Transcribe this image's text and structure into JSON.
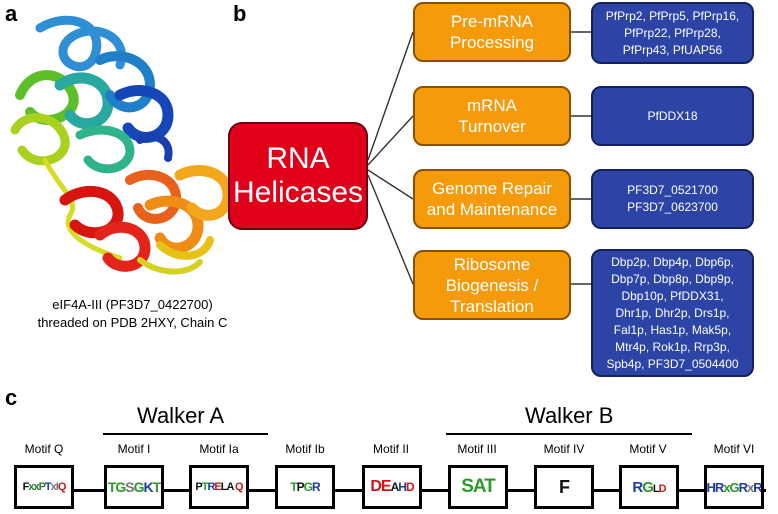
{
  "panels": {
    "a": "a",
    "b": "b",
    "c": "c"
  },
  "panel_a": {
    "caption_line1": "eIF4A-III (PF3D7_0422700)",
    "caption_line2": "threaded on PDB 2HXY, Chain C"
  },
  "panel_b": {
    "root": {
      "line1": "RNA",
      "line2": "Helicases",
      "color": "#e0001a"
    },
    "category_color": "#f49a0b",
    "gene_color": "#2c44a6",
    "categories": [
      {
        "lines": [
          "Pre-mRNA",
          "Processing"
        ],
        "genes": [
          "PfPrp2, PfPrp5, PfPrp16,",
          "PfPrp22, PfPrp28,",
          "PfPrp43, PfUAP56"
        ]
      },
      {
        "lines": [
          "mRNA",
          "Turnover"
        ],
        "genes": [
          "PfDDX18"
        ]
      },
      {
        "lines": [
          "Genome Repair",
          "and Maintenance"
        ],
        "genes": [
          "PF3D7_0521700",
          "PF3D7_0623700"
        ]
      },
      {
        "lines": [
          "Ribosome",
          "Biogenesis /",
          "Translation"
        ],
        "genes": [
          "Dbp2p, Dbp4p, Dbp6p,",
          "Dbp7p, Dbp8p, Dbp9p,",
          "Dbp10p, PfDDX31,",
          "Dhr1p, Dhr2p, Drs1p,",
          "Fal1p, Has1p, Mak5p,",
          "Mtr4p, Rok1p, Rrp3p,",
          "Spb4p, PF3D7_0504400"
        ]
      }
    ]
  },
  "panel_c": {
    "walker_a": "Walker A",
    "walker_b": "Walker B",
    "motifs": [
      {
        "name": "Motif Q",
        "logo": "FxxPTxIQ"
      },
      {
        "name": "Motif I",
        "logo": "TGSGKT"
      },
      {
        "name": "Motif Ia",
        "logo": "PTRELA Q"
      },
      {
        "name": "Motif Ib",
        "logo": "TPGR"
      },
      {
        "name": "Motif II",
        "logo": "DEAHD"
      },
      {
        "name": "Motif III",
        "logo": "SAT"
      },
      {
        "name": "Motif IV",
        "logo": "F"
      },
      {
        "name": "Motif V",
        "logo": "RGLD"
      },
      {
        "name": "Motif VI",
        "logo": "HRxGRxR"
      }
    ]
  }
}
